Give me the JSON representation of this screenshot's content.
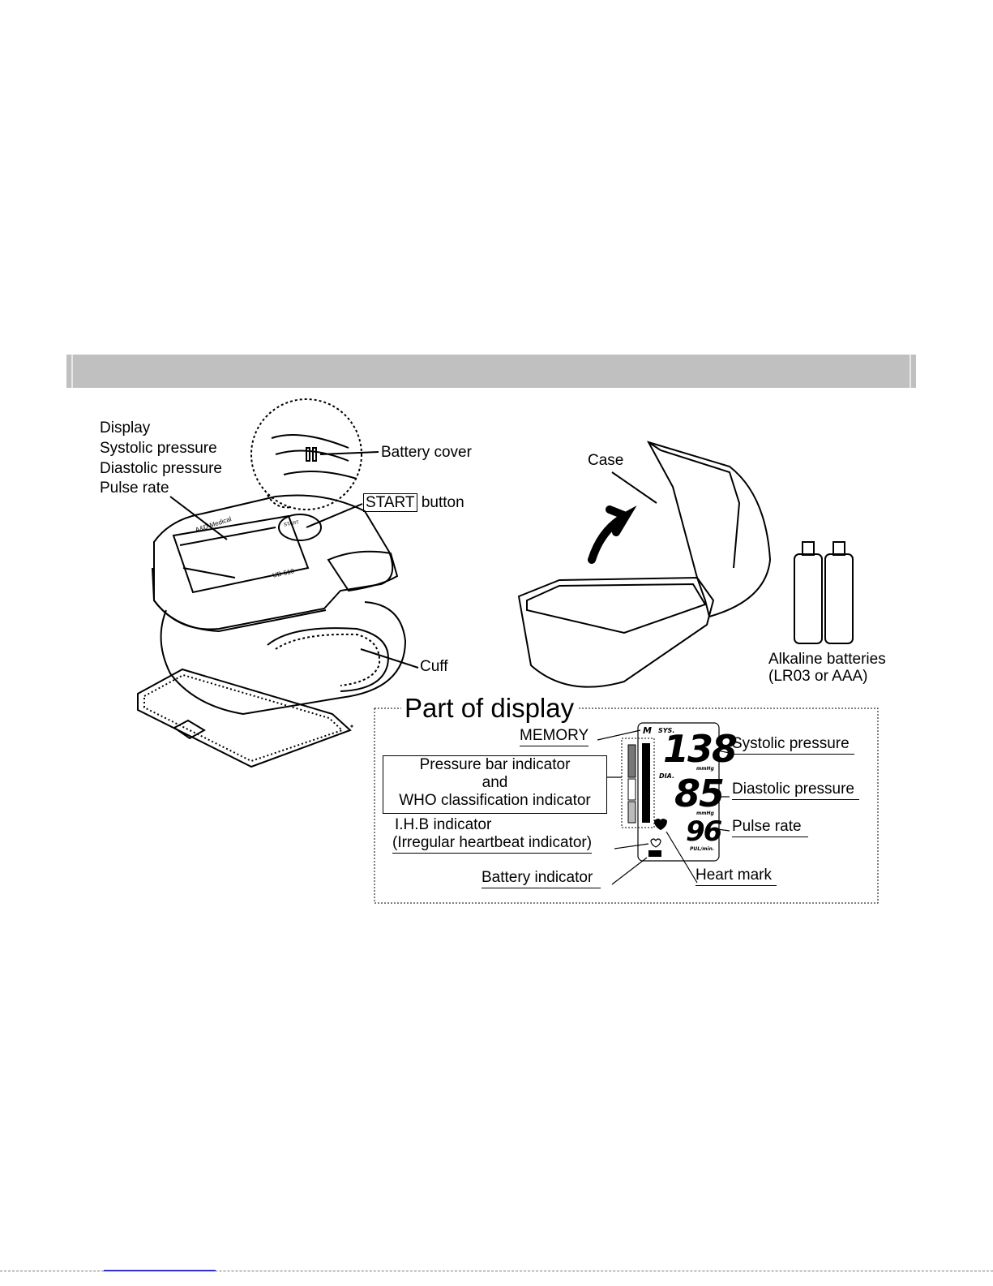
{
  "device_labels": {
    "display": "Display",
    "systolic": "Systolic pressure",
    "diastolic": "Diastolic pressure",
    "pulse": "Pulse rate",
    "battery_cover": "Battery cover",
    "start_boxed": "START",
    "start_rest": "button",
    "cuff": "Cuff",
    "case": "Case",
    "batteries_line1": "Alkaline batteries",
    "batteries_line2": "(LR03 or AAA)",
    "brand": "A&D Medical",
    "model": "UB-510",
    "start_key": "START"
  },
  "display_panel": {
    "title": "Part of display",
    "memory": "MEMORY",
    "pressure_bar_line1": "Pressure bar indicator",
    "pressure_bar_line2": "and",
    "pressure_bar_line3": "WHO classification indicator",
    "ihb_line1": "I.H.B indicator",
    "ihb_line2": "(Irregular heartbeat indicator)",
    "battery_indicator": "Battery indicator",
    "heart_mark": "Heart mark",
    "systolic": "Systolic pressure",
    "diastolic": "Diastolic pressure",
    "pulse": "Pulse rate"
  },
  "lcd": {
    "m": "M",
    "sys": "SYS.",
    "dia": "DIA.",
    "sys_value": "138",
    "dia_value": "85",
    "pulse_value": "96",
    "unit1": "mmHg",
    "unit2": "mmHg",
    "pul_unit": "PUL/min."
  }
}
